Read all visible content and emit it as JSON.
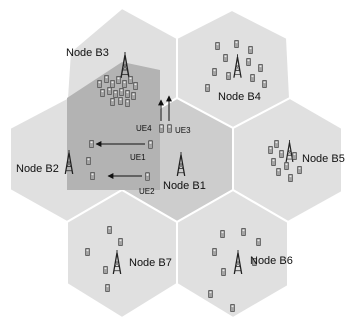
{
  "diagram": {
    "colors": {
      "cell": "#e0e0e0",
      "serving_cell": "#cdcdcd",
      "overlap": "#b3b3b3",
      "cell_border": "#ffffff",
      "phone": "#9a9a9a",
      "tower": "#222222",
      "arrow": "#111111"
    },
    "nodes": [
      {
        "id": "B1",
        "label": "Node B1"
      },
      {
        "id": "B2",
        "label": "Node B2"
      },
      {
        "id": "B3",
        "label": "Node B3"
      },
      {
        "id": "B4",
        "label": "Node B4"
      },
      {
        "id": "B5",
        "label": "Node B5"
      },
      {
        "id": "B6",
        "label": "Node B6"
      },
      {
        "id": "B7",
        "label": "Node B7"
      }
    ],
    "user_equipment": [
      {
        "id": "UE1",
        "label": "UE1"
      },
      {
        "id": "UE2",
        "label": "UE2"
      },
      {
        "id": "UE3",
        "label": "UE3"
      },
      {
        "id": "UE4",
        "label": "UE4"
      }
    ]
  }
}
